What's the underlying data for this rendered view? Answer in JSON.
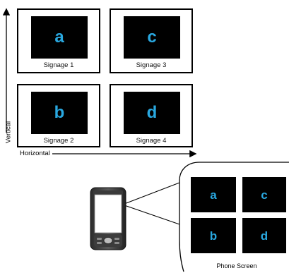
{
  "axes": {
    "vertical_label": "Vertical",
    "horizontal_label": "Horizontal"
  },
  "signage": [
    {
      "letter": "a",
      "label": "Signage 1"
    },
    {
      "letter": "c",
      "label": "Signage 3"
    },
    {
      "letter": "b",
      "label": "Signage 2"
    },
    {
      "letter": "d",
      "label": "Signage 4"
    }
  ],
  "phone_screen": {
    "tiles": [
      "a",
      "c",
      "b",
      "d"
    ],
    "label": "Phone Screen"
  },
  "colors": {
    "letter": "#29a8e0",
    "screen": "#000000",
    "frame": "#000000"
  },
  "icons": [
    "smartphone-icon",
    "vertical-arrow-icon",
    "horizontal-arrow-icon"
  ]
}
